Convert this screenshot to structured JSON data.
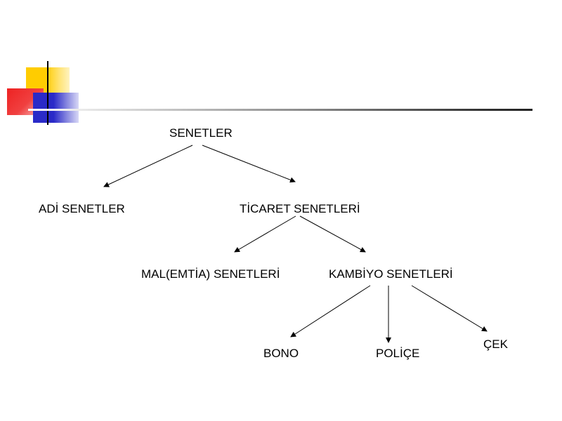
{
  "diagram": {
    "type": "tree",
    "root": "SENETLER",
    "nodes": {
      "senetler": "SENETLER",
      "adi_senetler": "ADİ SENETLER",
      "ticaret_senetleri": "TİCARET SENETLERİ",
      "mal_senetleri": "MAL(EMTİA) SENETLERİ",
      "kambiyo_senetleri": "KAMBİYO SENETLERİ",
      "bono": "BONO",
      "police": "POLİÇE",
      "cek": "ÇEK"
    },
    "edges": [
      {
        "from": "SENETLER",
        "to": "ADİ SENETLER"
      },
      {
        "from": "SENETLER",
        "to": "TİCARET SENETLERİ"
      },
      {
        "from": "TİCARET SENETLERİ",
        "to": "MAL(EMTİA) SENETLERİ"
      },
      {
        "from": "TİCARET SENETLERİ",
        "to": "KAMBİYO SENETLERİ"
      },
      {
        "from": "KAMBİYO SENETLERİ",
        "to": "BONO"
      },
      {
        "from": "KAMBİYO SENETLERİ",
        "to": "POLİÇE"
      },
      {
        "from": "KAMBİYO SENETLERİ",
        "to": "ÇEK"
      }
    ]
  },
  "colors": {
    "yellow_block": "#ffcc00",
    "red_block": "#ee2222",
    "blue_block": "#2a2ac8",
    "rule_line": "#333333",
    "text": "#000000"
  }
}
